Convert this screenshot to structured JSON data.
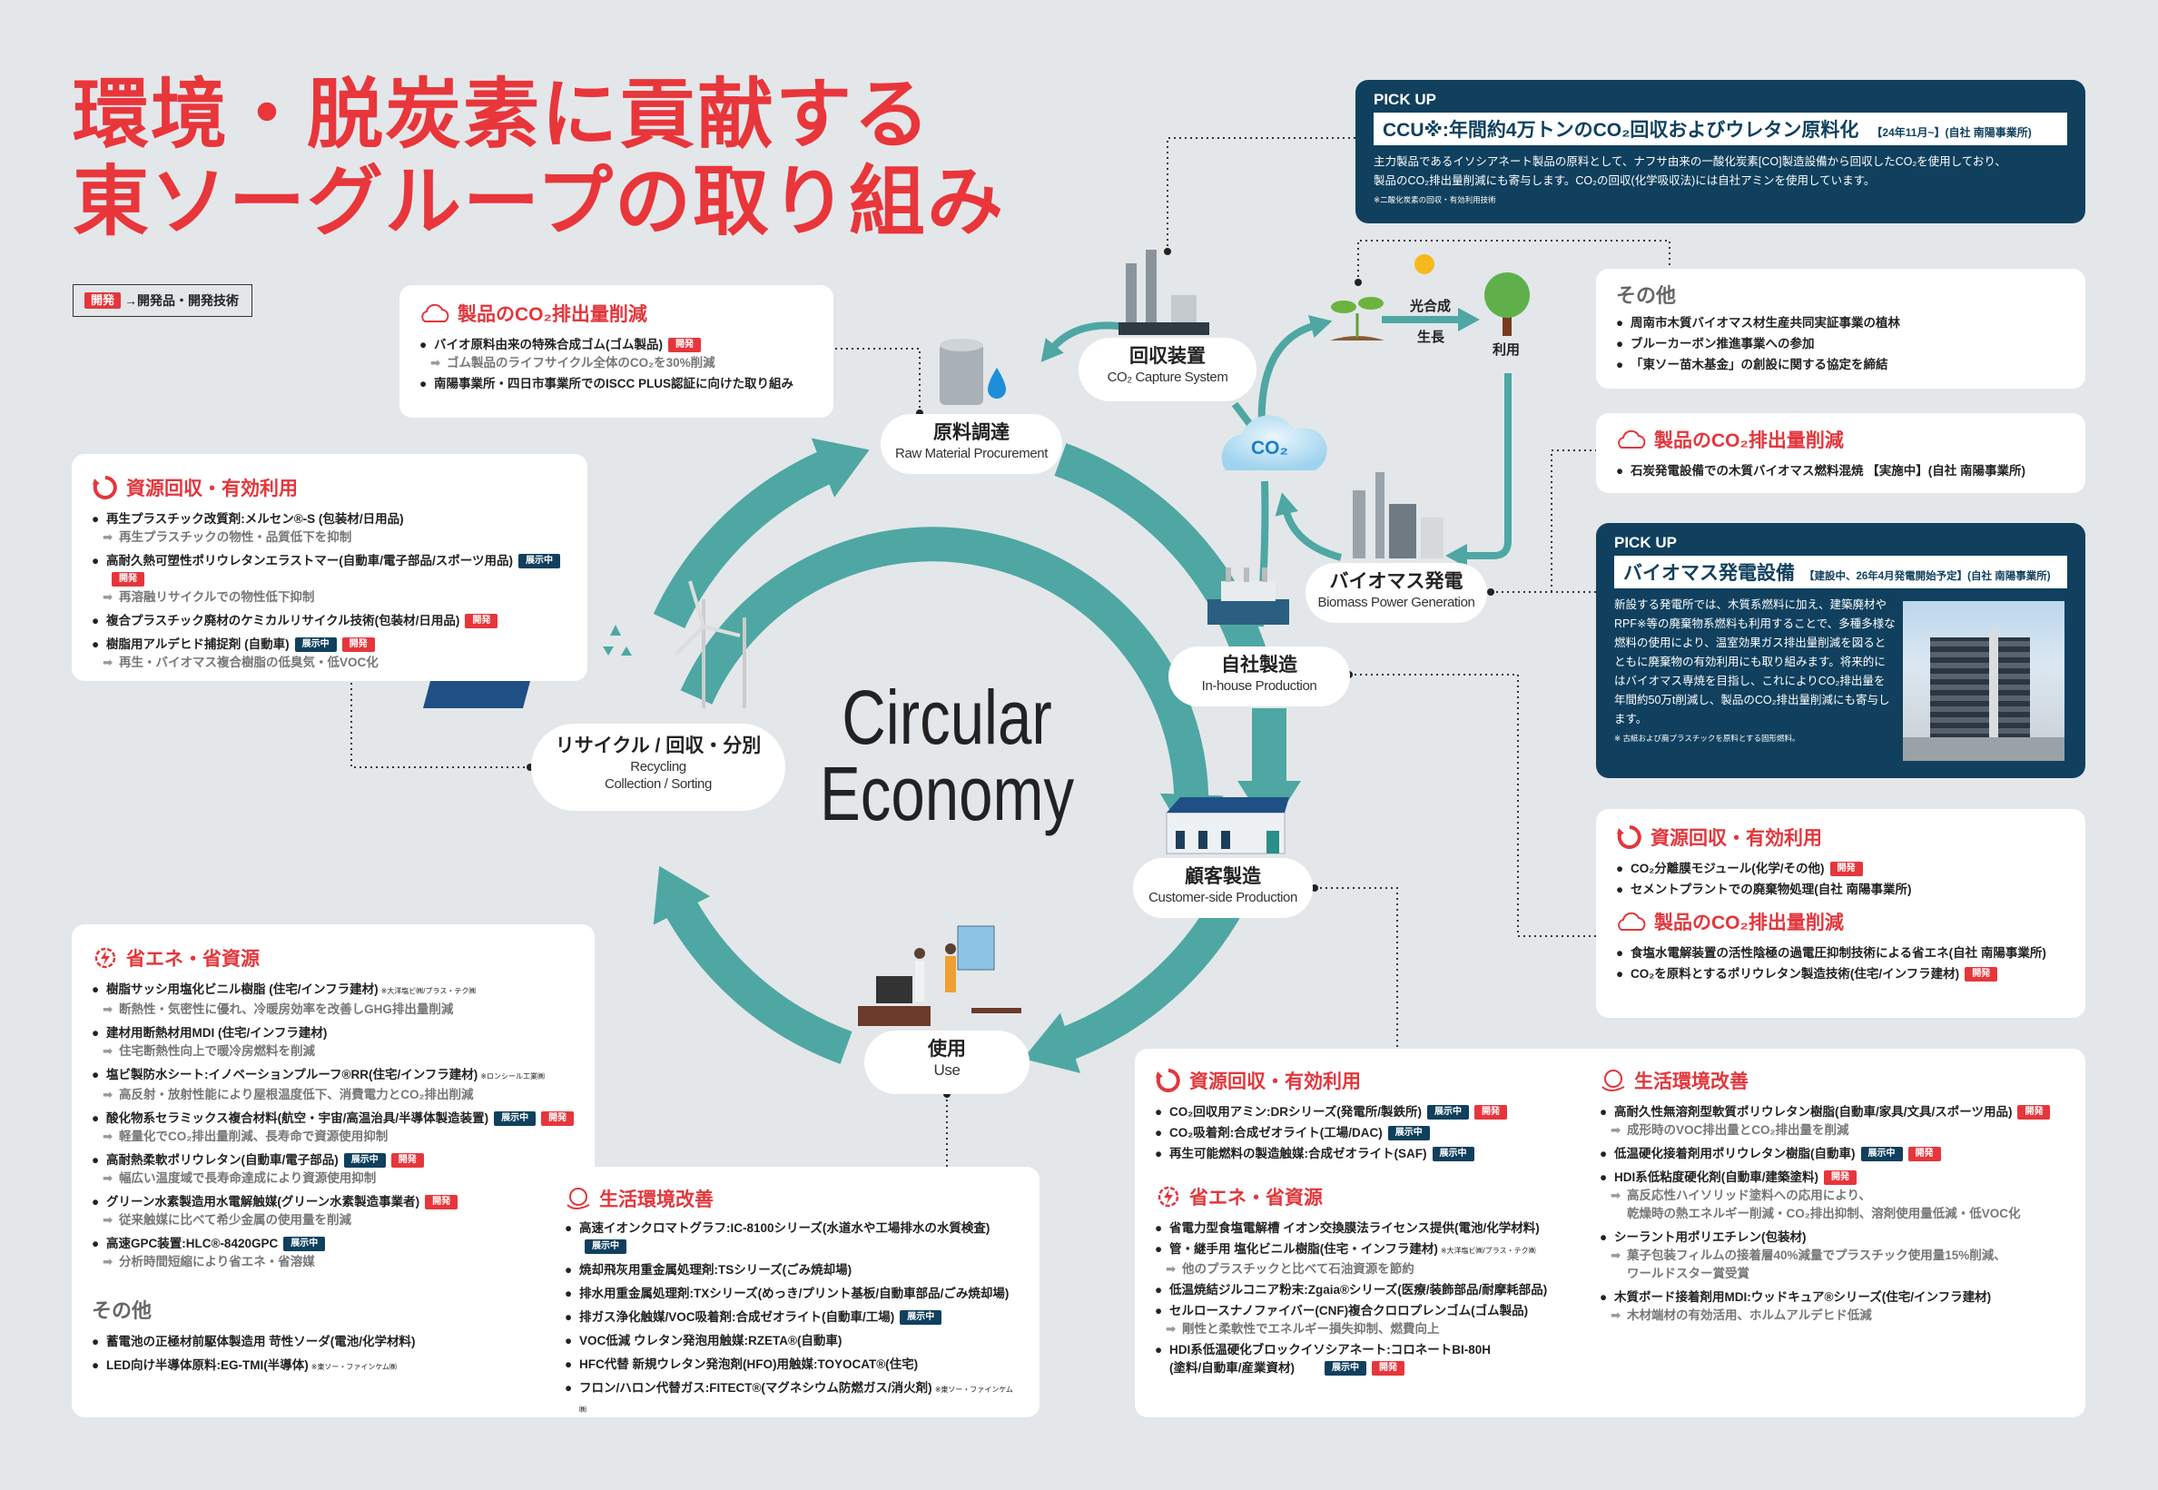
{
  "title": {
    "line1": "環境・脱炭素に貢献する",
    "line2": "東ソーグループの取り組み"
  },
  "legend": {
    "badge": "開発",
    "text": "→開発品・開発技術"
  },
  "badge_labels": {
    "dev": "開発",
    "exhibit": "展示中"
  },
  "colors": {
    "accent_red": "#e8363b",
    "navy": "#10405e",
    "teal": "#4ea7a3",
    "background": "#e3e7ea"
  },
  "diagram": {
    "center_line1": "Circular",
    "center_line2": "Economy",
    "co2": "CO₂",
    "photosynthesis": "光合成",
    "growth": "生長",
    "utilization": "利用",
    "nodes": {
      "raw_material": {
        "jp": "原料調達",
        "en": "Raw Material Procurement"
      },
      "capture": {
        "jp": "回収装置",
        "en": "CO₂ Capture System"
      },
      "biomass": {
        "jp": "バイオマス発電",
        "en": "Biomass Power Generation"
      },
      "inhouse": {
        "jp": "自社製造",
        "en": "In-house Production"
      },
      "customer": {
        "jp": "顧客製造",
        "en": "Customer-side Production"
      },
      "use": {
        "jp": "使用",
        "en": "Use"
      },
      "recycling": {
        "jp": "リサイクル / 回収・分別",
        "en1": "Recycling",
        "en2": "Collection / Sorting"
      }
    }
  },
  "pickup_ccu": {
    "label": "PICK UP",
    "title": "CCU※:年間約4万トンのCO₂回収およびウレタン原料化",
    "period": "【24年11月~】(自社 南陽事業所)",
    "body1": "主力製品であるイソシアネート製品の原料として、ナフサ由来の一酸化炭素[CO]製造設備から回収したCO₂を使用しており、",
    "body2": "製品のCO₂排出量削減にも寄与します。CO₂の回収(化学吸収法)には自社アミンを使用しています。",
    "footnote": "※二酸化炭素の回収・有効利用技術"
  },
  "pickup_biomass": {
    "label": "PICK UP",
    "title": "バイオマス発電設備",
    "period": "【建設中、26年4月発電開始予定】(自社 南陽事業所)",
    "body": "新設する発電所では、木質系燃料に加え、建築廃材やRPF※等の廃棄物系燃料も利用することで、多種多様な燃料の使用により、温室効果ガス排出量削減を図るとともに廃棄物の有効利用にも取り組みます。将来的にはバイオマス専焼を目指し、これによりCO₂排出量を年間約50万t削減し、製品のCO₂排出量削減にも寄与します。",
    "footnote": "※ 古紙および廃プラスチックを原料とする固形燃料。"
  },
  "box_raw": {
    "heading": "製品のCO₂排出量削減",
    "items": [
      {
        "text": "バイオ原料由来の特殊合成ゴム(ゴム製品)",
        "badges": [
          "開発"
        ],
        "subs": [
          "ゴム製品のライフサイクル全体のCO₂を30%削減"
        ]
      },
      {
        "text": "南陽事業所・四日市事業所でのISCC PLUS認証に向けた取り組み"
      }
    ]
  },
  "box_recycle": {
    "heading": "資源回収・有効利用",
    "items": [
      {
        "text": "再生プラスチック改質剤:メルセン®-S (包装材/日用品)",
        "subs": [
          "再生プラスチックの物性・品質低下を抑制"
        ]
      },
      {
        "text": "高耐久熱可塑性ポリウレタンエラストマー(自動車/電子部品/スポーツ用品)",
        "badges": [
          "展示中",
          "開発"
        ],
        "subs": [
          "再溶融リサイクルでの物性低下抑制"
        ]
      },
      {
        "text": "複合プラスチック廃材のケミカルリサイクル技術(包装材/日用品)",
        "badges": [
          "開発"
        ]
      },
      {
        "text": "樹脂用アルデヒド捕捉剤 (自動車)",
        "badges": [
          "展示中",
          "開発"
        ],
        "subs": [
          "再生・バイオマス複合樹脂の低臭気・低VOC化"
        ]
      }
    ]
  },
  "box_others_top": {
    "heading": "その他",
    "items": [
      {
        "text": "周南市木質バイオマス材生産共同実証事業の植林"
      },
      {
        "text": "ブルーカーボン推進事業への参加"
      },
      {
        "text": "「東ソー苗木基金」の創設に関する協定を締結"
      }
    ]
  },
  "box_biomass_co2": {
    "heading": "製品のCO₂排出量削減",
    "items": [
      {
        "text": "石炭発電設備での木質バイオマス燃料混焼 【実施中】(自社 南陽事業所)"
      }
    ]
  },
  "box_inhouse": {
    "heading1": "資源回収・有効利用",
    "items1": [
      {
        "text": "CO₂分離膜モジュール(化学/その他)",
        "badges": [
          "開発"
        ]
      },
      {
        "text": "セメントプラントでの廃棄物処理(自社 南陽事業所)"
      }
    ],
    "heading2": "製品のCO₂排出量削減",
    "items2": [
      {
        "text": "食塩水電解装置の活性陰極の過電圧抑制技術による省エネ(自社 南陽事業所)"
      },
      {
        "text": "CO₂を原料とするポリウレタン製造技術(住宅/インフラ建材)",
        "badges": [
          "開発"
        ]
      }
    ]
  },
  "box_energy_left": {
    "heading": "省エネ・省資源",
    "items": [
      {
        "text": "樹脂サッシ用塩化ビニル樹脂 (住宅/インフラ建材)",
        "note": "※大洋塩ビ㈱/プラス・テク㈱",
        "subs": [
          "断熱性・気密性に優れ、冷暖房効率を改善しGHG排出量削減"
        ]
      },
      {
        "text": "建材用断熱材用MDI (住宅/インフラ建材)",
        "subs": [
          "住宅断熱性向上で暖冷房燃料を削減"
        ]
      },
      {
        "text": "塩ビ製防水シート:イノベーションプルーフ®RR(住宅/インフラ建材)",
        "note": "※ロンシール工業㈱",
        "subs": [
          "高反射・放射性能により屋根温度低下、消費電力とCO₂排出削減"
        ]
      },
      {
        "text": "酸化物系セラミックス複合材料(航空・宇宙/高温治具/半導体製造装置)",
        "badges": [
          "展示中",
          "開発"
        ],
        "subs": [
          "軽量化でCO₂排出量削減、長寿命で資源使用抑制"
        ]
      },
      {
        "text": "高耐熱柔軟ポリウレタン(自動車/電子部品)",
        "badges": [
          "展示中",
          "開発"
        ],
        "subs": [
          "幅広い温度域で長寿命達成により資源使用抑制"
        ]
      },
      {
        "text": "グリーン水素製造用水電解触媒(グリーン水素製造事業者)",
        "badges": [
          "開発"
        ],
        "subs": [
          "従来触媒に比べて希少金属の使用量を削減"
        ]
      },
      {
        "text": "高速GPC装置:HLC®-8420GPC",
        "badges": [
          "展示中"
        ],
        "subs": [
          "分析時間短縮により省エネ・省溶媒"
        ]
      }
    ],
    "heading_other": "その他",
    "items_other": [
      {
        "text": "蓄電池の正極材前駆体製造用 苛性ソーダ(電池/化学材料)"
      },
      {
        "text": "LED向け半導体原料:EG-TMI(半導体)",
        "note": "※東ソー・ファインケム㈱"
      }
    ]
  },
  "box_life_mid": {
    "heading": "生活環境改善",
    "items": [
      {
        "text": "高速イオンクロマトグラフ:IC-8100シリーズ(水道水や工場排水の水質検査)",
        "badges": [
          "展示中"
        ]
      },
      {
        "text": "焼却飛灰用重金属処理剤:TSシリーズ(ごみ焼却場)"
      },
      {
        "text": "排水用重金属処理剤:TXシリーズ(めっき/プリント基板/自動車部品/ごみ焼却場)"
      },
      {
        "text": "排ガス浄化触媒/VOC吸着剤:合成ゼオライト(自動車/工場)",
        "badges": [
          "展示中"
        ]
      },
      {
        "text": "VOC低減 ウレタン発泡用触媒:RZETA®(自動車)"
      },
      {
        "text": "HFC代替 新規ウレタン発泡剤(HFO)用触媒:TOYOCAT®(住宅)"
      },
      {
        "text": "フロン/ハロン代替ガス:FITECT®(マグネシウム防燃ガス/消火剤)",
        "note": "※東ソー・ファインケム㈱"
      }
    ]
  },
  "box_customer": {
    "heading_resource": "資源回収・有効利用",
    "items_resource": [
      {
        "text": "CO₂回収用アミン:DRシリーズ(発電所/製鉄所)",
        "badges": [
          "展示中",
          "開発"
        ]
      },
      {
        "text": "CO₂吸着剤:合成ゼオライト(工場/DAC)",
        "badges": [
          "展示中"
        ]
      },
      {
        "text": "再生可能燃料の製造触媒:合成ゼオライト(SAF)",
        "badges": [
          "展示中"
        ]
      }
    ],
    "heading_energy": "省エネ・省資源",
    "items_energy": [
      {
        "text": "省電力型食塩電解槽 イオン交換膜法ライセンス提供(電池/化学材料)"
      },
      {
        "text": "管・継手用 塩化ビニル樹脂(住宅・インフラ建材)",
        "note": "※大洋塩ビ㈱/プラス・テク㈱",
        "subs": [
          "他のプラスチックと比べて石油資源を節約"
        ]
      },
      {
        "text": "低温焼結ジルコニア粉末:Zgaia®シリーズ(医療/装飾部品/耐摩耗部品)"
      },
      {
        "text": "セルロースナノファイバー(CNF)複合クロロプレンゴム(ゴム製品)",
        "subs": [
          "剛性と柔軟性でエネルギー損失抑制、燃費向上"
        ]
      },
      {
        "text": "HDI系低温硬化ブロックイソシアネート:コロネートBI-80H",
        "subs_plain": [
          "(塗料/自動車/産業資材)"
        ],
        "badges_sub": [
          "展示中",
          "開発"
        ]
      }
    ],
    "heading_life": "生活環境改善",
    "items_life": [
      {
        "text": "高耐久性無溶剤型軟質ポリウレタン樹脂(自動車/家具/文具/スポーツ用品)",
        "badges": [
          "開発"
        ],
        "subs": [
          "成形時のVOC排出量とCO₂排出量を削減"
        ]
      },
      {
        "text": "低温硬化接着剤用ポリウレタン樹脂(自動車)",
        "badges": [
          "展示中",
          "開発"
        ]
      },
      {
        "text": "HDI系低粘度硬化剤(自動車/建築塗料)",
        "badges": [
          "開発"
        ],
        "subs": [
          "高反応性ハイソリッド塗料への応用により、",
          "乾燥時の熱エネルギー削減・CO₂排出抑制、溶剤使用量低減・低VOC化"
        ]
      },
      {
        "text": "シーラント用ポリエチレン(包装材)",
        "subs": [
          "菓子包装フィルムの接着層40%減量でプラスチック使用量15%削減、",
          "ワールドスター賞受賞"
        ]
      },
      {
        "text": "木質ボード接着剤用MDI:ウッドキュア®シリーズ(住宅/インフラ建材)",
        "subs": [
          "木材端材の有効活用、ホルムアルデヒド低減"
        ]
      }
    ]
  }
}
